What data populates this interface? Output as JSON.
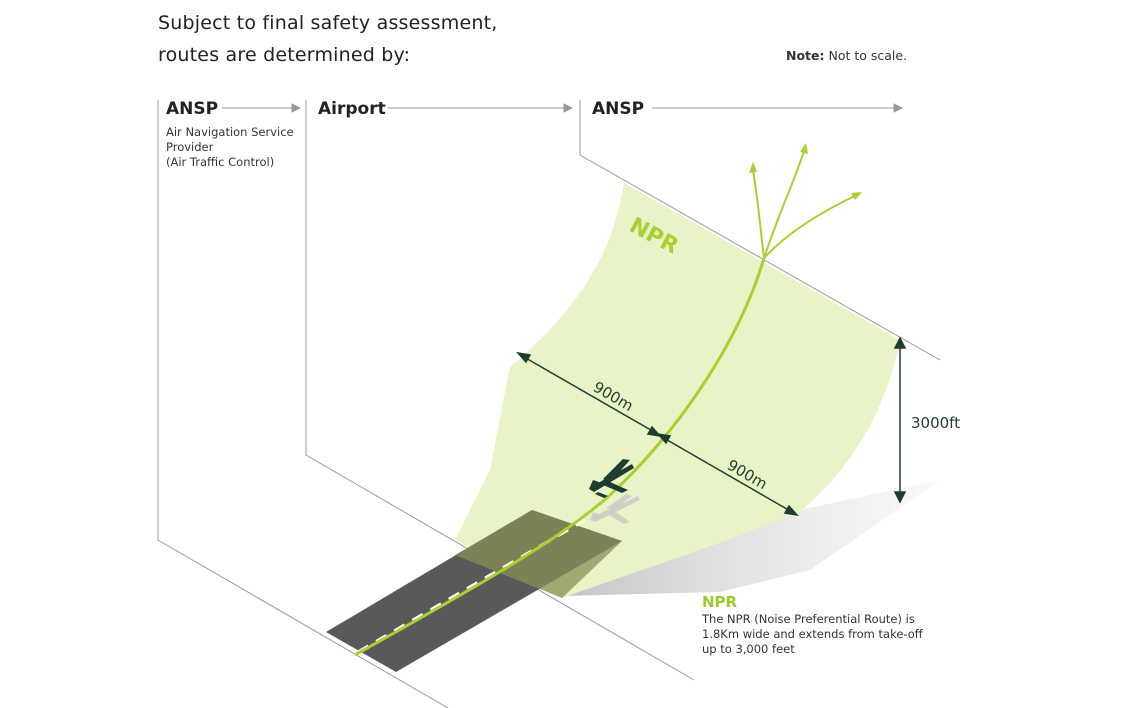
{
  "header": {
    "title_line1": "Subject to final safety assessment,",
    "title_line2": "routes are determined by:",
    "note_label": "Note:",
    "note_text": " Not to scale."
  },
  "stages": [
    {
      "label": "ANSP"
    },
    {
      "label": "Airport"
    },
    {
      "label": "ANSP"
    }
  ],
  "ansp_description": [
    "Air Navigation Service",
    "Provider",
    "(Air Traffic Control)"
  ],
  "diagram": {
    "zone_label": "NPR",
    "width_left": "900m",
    "width_right": "900m",
    "height": "3000ft",
    "colors": {
      "npr_fill": "#e8f3c7",
      "route_line": "#a8d030",
      "zone_label": "#a8d030",
      "dimension": "#1f3d2e",
      "aircraft": "#1f3d2e",
      "runway": "#595959"
    }
  },
  "caption": {
    "title": "NPR",
    "lines": [
      "The NPR (Noise Preferential Route) is",
      "1.8Km wide and extends from take-off",
      "up to 3,000 feet"
    ]
  }
}
